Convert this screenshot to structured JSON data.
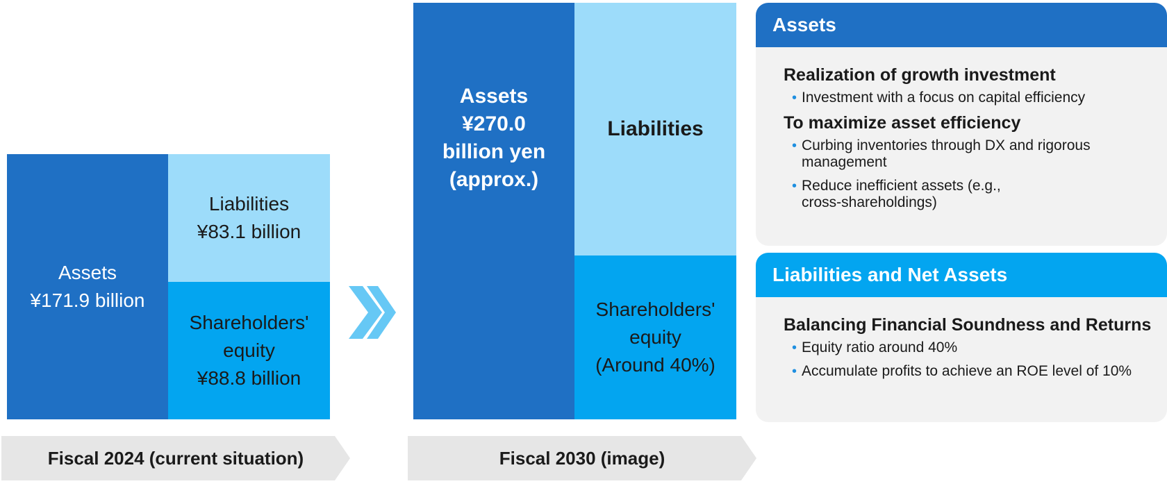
{
  "chart_data": {
    "type": "stacked-bar-comparison",
    "title": "Balance sheet: Fiscal 2024 vs Fiscal 2030",
    "categories": [
      "Fiscal 2024 (current situation)",
      "Fiscal 2030 (image)"
    ],
    "series": [
      {
        "name": "Assets",
        "values": [
          171.9,
          270.0
        ],
        "unit": "¥ billion"
      },
      {
        "name": "Liabilities",
        "values": [
          83.1,
          null
        ],
        "unit": "¥ billion"
      },
      {
        "name": "Shareholders' equity",
        "values": [
          88.8,
          null
        ],
        "unit": "¥ billion",
        "note_2030": "Around 40%"
      }
    ]
  },
  "left": {
    "assets": {
      "line1": "Assets",
      "line2": "¥171.9 billion"
    },
    "liabilities": {
      "line1": "Liabilities",
      "line2": "¥83.1 billion"
    },
    "equity": {
      "line1": "Shareholders'",
      "line2": "equity",
      "line3": "¥88.8 billion"
    },
    "label": "Fiscal 2024 (current situation)"
  },
  "arrow": {
    "icon": "double-chevron-right-icon",
    "color": "#66c8f5"
  },
  "right": {
    "assets": {
      "line1": "Assets",
      "line2": "¥270.0",
      "line3": "billion yen",
      "line4": "(approx.)"
    },
    "liabilities": {
      "line1": "Liabilities"
    },
    "equity": {
      "line1": "Shareholders'",
      "line2": "equity",
      "line3": "(Around 40%)"
    },
    "label": "Fiscal 2030 (image)"
  },
  "cards": {
    "assets": {
      "title": "Assets",
      "color": "#1f70c4",
      "sections": [
        {
          "heading": "Realization of growth investment",
          "bullets": [
            "Investment with a focus on capital efficiency"
          ]
        },
        {
          "heading": "To maximize asset efficiency",
          "bullets": [
            "Curbing inventories through DX and rigorous management",
            "Reduce inefficient assets (e.g., cross-shareholdings)"
          ]
        }
      ]
    },
    "liabilities": {
      "title": "Liabilities and Net Assets",
      "color": "#03a5f0",
      "sections": [
        {
          "heading": "Balancing Financial Soundness and Returns",
          "bullets": [
            "Equity ratio around 40%",
            "Accumulate profits to achieve an ROE level of 10%"
          ]
        }
      ]
    }
  },
  "colors": {
    "assets": "#1f70c4",
    "liabilities": "#9ddcfa",
    "equity": "#03a5f0",
    "label_bg": "#e6e6e6",
    "card_bg": "#f2f2f2"
  }
}
